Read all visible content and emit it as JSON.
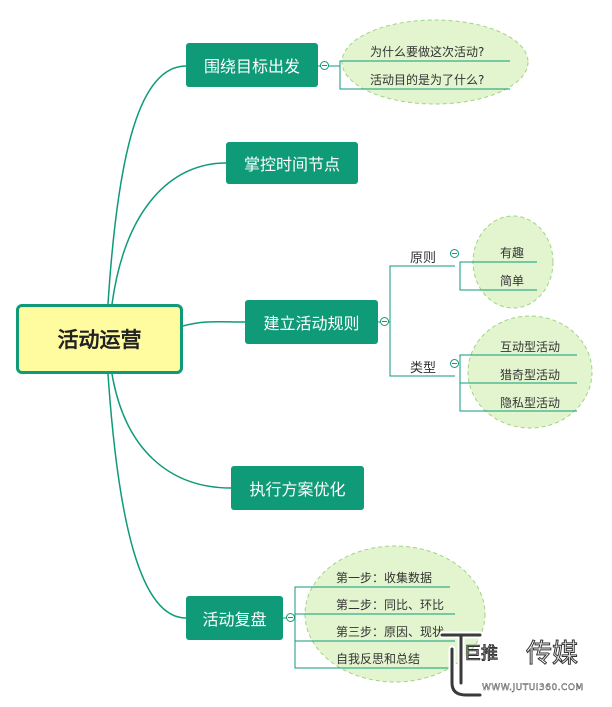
{
  "root": {
    "label": "活动运营"
  },
  "branches": [
    {
      "label": "围绕目标出发",
      "children": [
        "为什么要做这次活动?",
        "活动目的是为了什么?"
      ]
    },
    {
      "label": "掌控时间节点"
    },
    {
      "label": "建立活动规则",
      "groups": [
        {
          "label": "原则",
          "children": [
            "有趣",
            "简单"
          ]
        },
        {
          "label": "类型",
          "children": [
            "互动型活动",
            "猎奇型活动",
            "隐私型活动"
          ]
        }
      ]
    },
    {
      "label": "执行方案优化"
    },
    {
      "label": "活动复盘",
      "children": [
        "第一步：收集数据",
        "第二步：同比、环比",
        "第三步：原因、现状",
        "自我反思和总结"
      ]
    }
  ],
  "watermark": {
    "brand": "巨推",
    "suffix": "传媒",
    "url": "WWW.JUTUI360.COM"
  },
  "colors": {
    "node": "#0f9a78",
    "root_fill": "#fffc9f",
    "cloud_fill": "#e3f5cf",
    "cloud_border": "#9fd486",
    "connector": "#0f9a78"
  }
}
